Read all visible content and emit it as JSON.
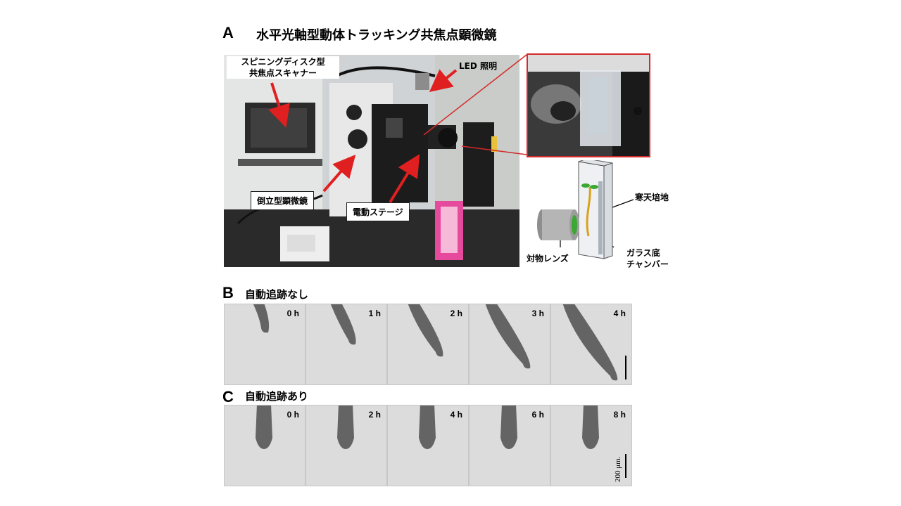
{
  "panelA": {
    "letter": "A",
    "title": "水平光軸型動体トラッキング共焦点顕微鏡",
    "labels": {
      "spinning_disk_1": "スピニングディスク型",
      "spinning_disk_2": "共焦点スキャナー",
      "led": "LED 照明",
      "inverted": "倒立型顕微鏡",
      "stage": "電動ステージ",
      "agar": "寒天培地",
      "glass_1": "ガラス底",
      "glass_2": "チャンバー",
      "objective": "対物レンズ"
    }
  },
  "panelB": {
    "letter": "B",
    "title": "自動追跡なし",
    "times": [
      "0 h",
      "1 h",
      "2 h",
      "3 h",
      "4 h"
    ]
  },
  "panelC": {
    "letter": "C",
    "title": "自動追跡あり",
    "times": [
      "0 h",
      "2 h",
      "4 h",
      "6 h",
      "8 h"
    ],
    "scale_label": "200 μm."
  },
  "colors": {
    "arrow": "#e02020",
    "inset_border": "#d42a2a",
    "root": "#3c3c3c",
    "seedling_leaf": "#3aa832",
    "seedling_stem": "#d9a21c"
  }
}
